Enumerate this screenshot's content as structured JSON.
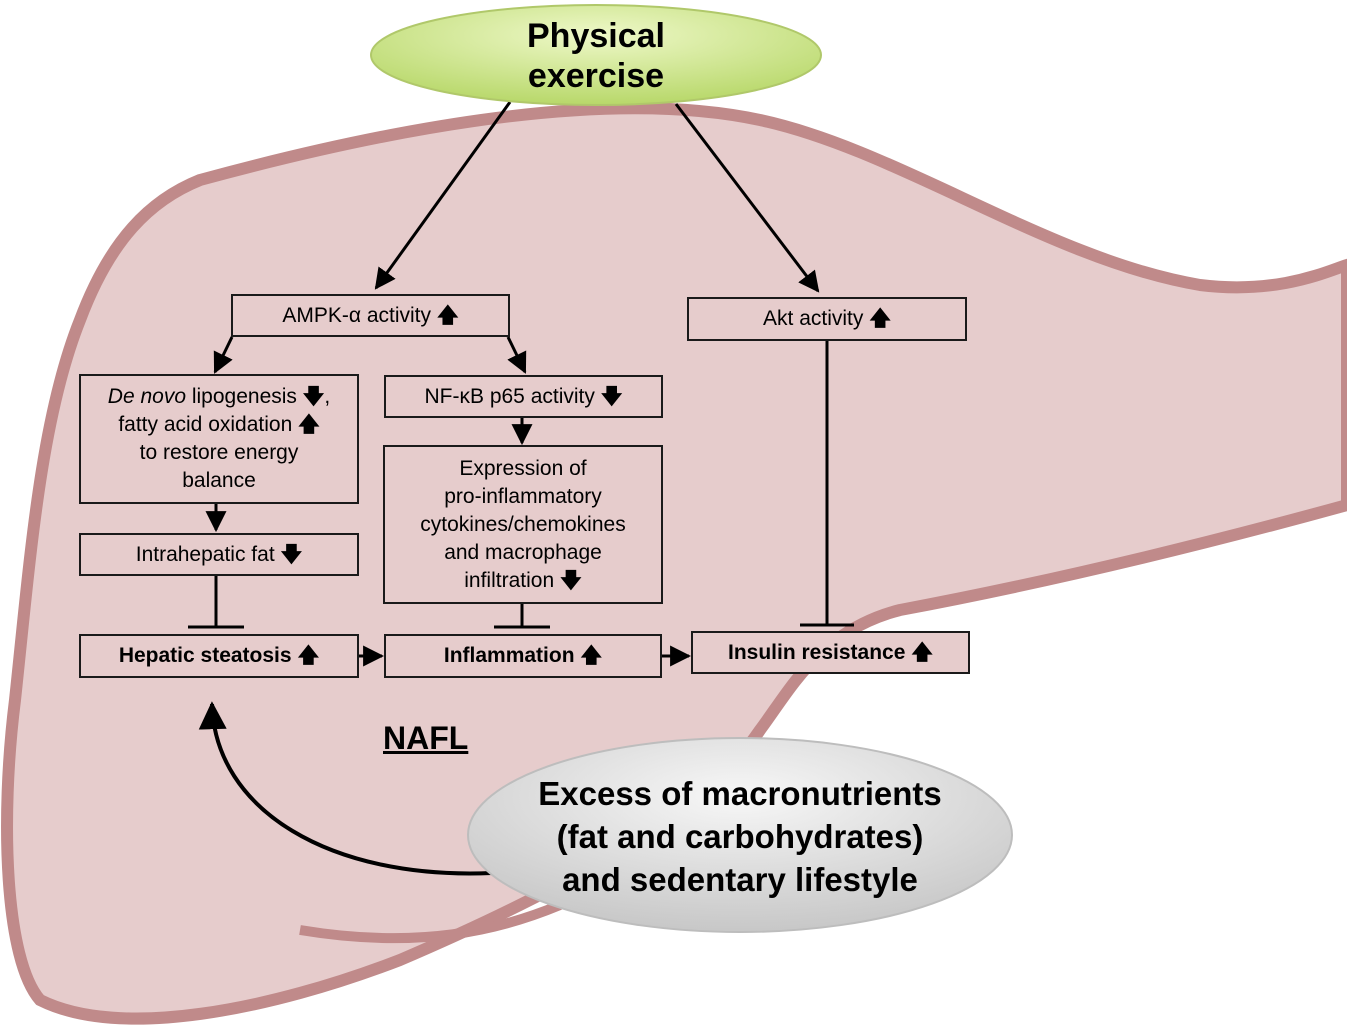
{
  "top_ellipse": {
    "line1": "Physical",
    "line2": "exercise"
  },
  "bottom_ellipse": {
    "line1": "Excess of macronutrients",
    "line2": "(fat and carbohydrates)",
    "line3": "and sedentary lifestyle"
  },
  "ampk": {
    "label": "AMPK-α activity",
    "arrow": "🡅"
  },
  "akt": {
    "label": "Akt activity",
    "arrow": "🡅"
  },
  "lipo": {
    "italic": "De novo",
    "line1_rest": " lipogenesis ",
    "arrow1": "🡇",
    "comma": ",",
    "line2": "fatty acid oxidation ",
    "arrow2": "🡅",
    "line3": "to restore energy",
    "line4": "balance"
  },
  "nfkb": {
    "label": "NF-κB p65 activity",
    "arrow": "🡇"
  },
  "expression": {
    "line1": "Expression of",
    "line2": "pro-inflammatory",
    "line3": "cytokines/chemokines",
    "line4": "and macrophage",
    "line5": "infiltration",
    "arrow": "🡇"
  },
  "intrahepatic": {
    "label": "Intrahepatic fat",
    "arrow": "🡇"
  },
  "steatosis": {
    "label": "Hepatic steatosis",
    "arrow": "🡅"
  },
  "inflammation": {
    "label": "Inflammation",
    "arrow": "🡅"
  },
  "insulin": {
    "label": "Insulin resistance",
    "arrow": "🡅"
  },
  "nafl_label": "NAFL",
  "colors": {
    "liver_fill": "#e6cccc",
    "liver_outline": "#c08a8a",
    "top_ellipse_fill": "#c8e486",
    "bottom_ellipse_fill": "#d9d9d9"
  }
}
